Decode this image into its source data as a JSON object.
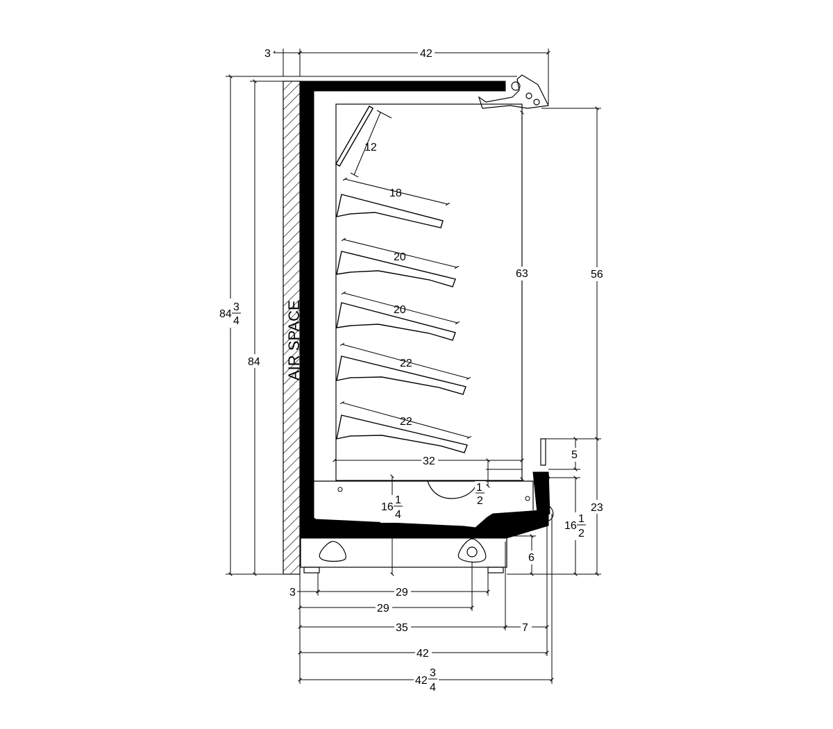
{
  "air_space_label": "AIR SPACE",
  "shelf_labels": [
    "12",
    "18",
    "20",
    "20",
    "22",
    "22"
  ],
  "dimensions": {
    "top_left_gap": "3",
    "top_width": "42",
    "overall_height_whole": "84",
    "overall_height_frac_num": "3",
    "overall_height_frac_den": "4",
    "inner_height": "84",
    "display_height": "63",
    "opening_height": "56",
    "lower_height": "23",
    "bumper_height": "5",
    "front_sill_whole": "16",
    "front_sill_num": "1",
    "front_sill_den": "2",
    "deck_height_whole": "16",
    "deck_height_num": "1",
    "deck_height_den": "4",
    "half_whole": "",
    "half_num": "1",
    "half_den": "2",
    "kick_height": "6",
    "deck_depth": "32",
    "bottom_left_gap": "3",
    "leg_span_1": "29",
    "leg_span_2": "29",
    "base_depth": "35",
    "front_projection": "7",
    "overall_depth_1": "42",
    "overall_depth_2_whole": "42",
    "overall_depth_2_num": "3",
    "overall_depth_2_den": "4"
  }
}
